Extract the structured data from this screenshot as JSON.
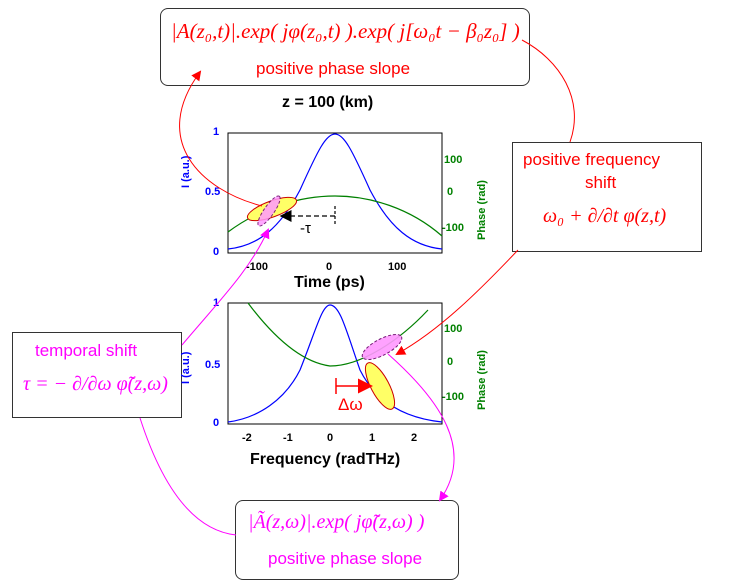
{
  "top_box": {
    "formula": "|A(z₀,t)|.exp( jφ(z₀,t) ).exp( j[ω₀t − β₀z₀] )",
    "caption": "positive phase slope"
  },
  "title": "z = 100 (km)",
  "right_box": {
    "line1": "positive frequency",
    "line2": "shift",
    "formula": "ω₀ + ∂/∂t φ(z,t)"
  },
  "left_box": {
    "line1": "temporal shift",
    "formula": "τ = − ∂/∂ω φ̃(z,ω)"
  },
  "bottom_box": {
    "formula": "|Ã(z,ω)|.exp( jφ̃(z,ω) )",
    "caption": "positive phase slope"
  },
  "top_chart": {
    "xlabel": "Time (ps)",
    "ylabel_left": "I (a.u.)",
    "ylabel_right": "Phase (rad)",
    "xticks": [
      "-100",
      "0",
      "100"
    ],
    "yticks_left": [
      "0",
      "0.5",
      "1"
    ],
    "yticks_right": [
      "100",
      "0",
      "-100"
    ],
    "annotation": "-τ"
  },
  "bottom_chart": {
    "xlabel": "Frequency (radTHz)",
    "ylabel_left": "I (a.u.)",
    "ylabel_right": "Phase (rad)",
    "xticks": [
      "-2",
      "-1",
      "0",
      "1",
      "2"
    ],
    "yticks_left": [
      "0",
      "0.5",
      "1"
    ],
    "yticks_right": [
      "100",
      "0",
      "-100"
    ],
    "annotation": "Δω"
  },
  "colors": {
    "red": "#ff0000",
    "magenta": "#ff00ff",
    "blue": "#0000ff",
    "green": "#008000",
    "yellow": "#ffff66",
    "violet": "#ff99ff"
  }
}
